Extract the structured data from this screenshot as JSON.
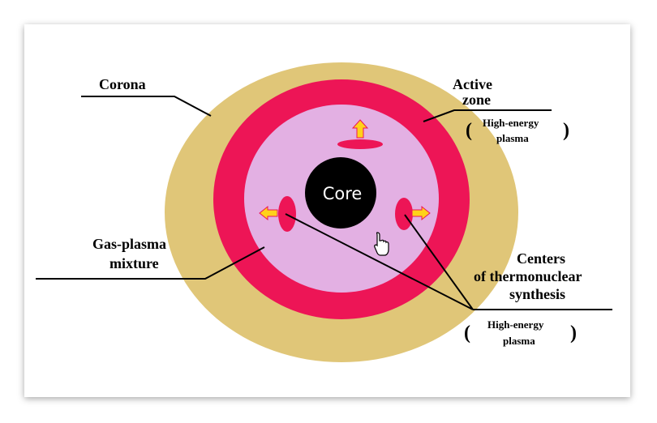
{
  "diagram": {
    "labels": {
      "corona": "Corona",
      "active_zone_1": "Active",
      "active_zone_2": "zone",
      "high_energy_1": "High-energy",
      "plasma_1": "plasma",
      "core": "Core",
      "gas_plasma_1": "Gas-plasma",
      "gas_plasma_2": "mixture",
      "centers_1": "Centers",
      "centers_2": "of thermonuclear",
      "centers_3": "synthesis",
      "high_energy_2": "High-energy",
      "plasma_2": "plasma",
      "paren_open": "(",
      "paren_close": ")"
    },
    "colors": {
      "corona": "#e0c678",
      "active_zone": "#ed1556",
      "gas_plasma": "#e3b0e3",
      "core": "#000000",
      "arrow": "#ffd21a"
    }
  }
}
